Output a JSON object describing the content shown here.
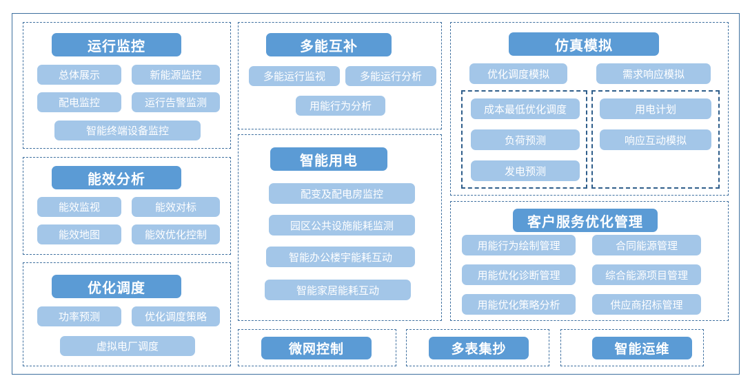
{
  "theme": {
    "header_color": "#5B9BD5",
    "item_color": "#A3C6E8",
    "panel_border_color": "#3C6E9E",
    "subpanel_border_color": "#2E5D8A",
    "text_color": "#FFFFFF",
    "background": "#FFFFFF"
  },
  "panels": {
    "operation_monitoring": {
      "title": "运行监控",
      "items": [
        "总体展示",
        "新能源监控",
        "配电监控",
        "运行告警监测",
        "智能终端设备监控"
      ]
    },
    "efficiency_analysis": {
      "title": "能效分析",
      "items": [
        "能效监视",
        "能效对标",
        "能效地图",
        "能效优化控制"
      ]
    },
    "optimal_dispatch": {
      "title": "优化调度",
      "items": [
        "功率预测",
        "优化调度策略",
        "虚拟电厂调度"
      ]
    },
    "multi_energy": {
      "title": "多能互补",
      "items": [
        "多能运行监视",
        "多能运行分析",
        "用能行为分析"
      ]
    },
    "smart_electricity": {
      "title": "智能用电",
      "items": [
        "配变及配电房监控",
        "园区公共设施能耗监测",
        "智能办公楼宇能耗互动",
        "智能家居能耗互动"
      ]
    },
    "simulation": {
      "title": "仿真模拟",
      "items": [
        "优化调度模拟",
        "需求响应模拟"
      ],
      "sub_left": {
        "items": [
          "成本最低优化调度",
          "负荷预测",
          "发电预测"
        ]
      },
      "sub_right": {
        "items": [
          "用电计划",
          "响应互动模拟"
        ]
      }
    },
    "customer_service": {
      "title": "客户服务优化管理",
      "items": [
        "用能行为绘制管理",
        "合同能源管理",
        "用能优化诊断管理",
        "综合能源项目管理",
        "用能优化策略分析",
        "供应商招标管理"
      ]
    },
    "microgrid_control": {
      "title": "微网控制"
    },
    "multi_meter_reading": {
      "title": "多表集抄"
    },
    "smart_operation": {
      "title": "智能运维"
    }
  }
}
